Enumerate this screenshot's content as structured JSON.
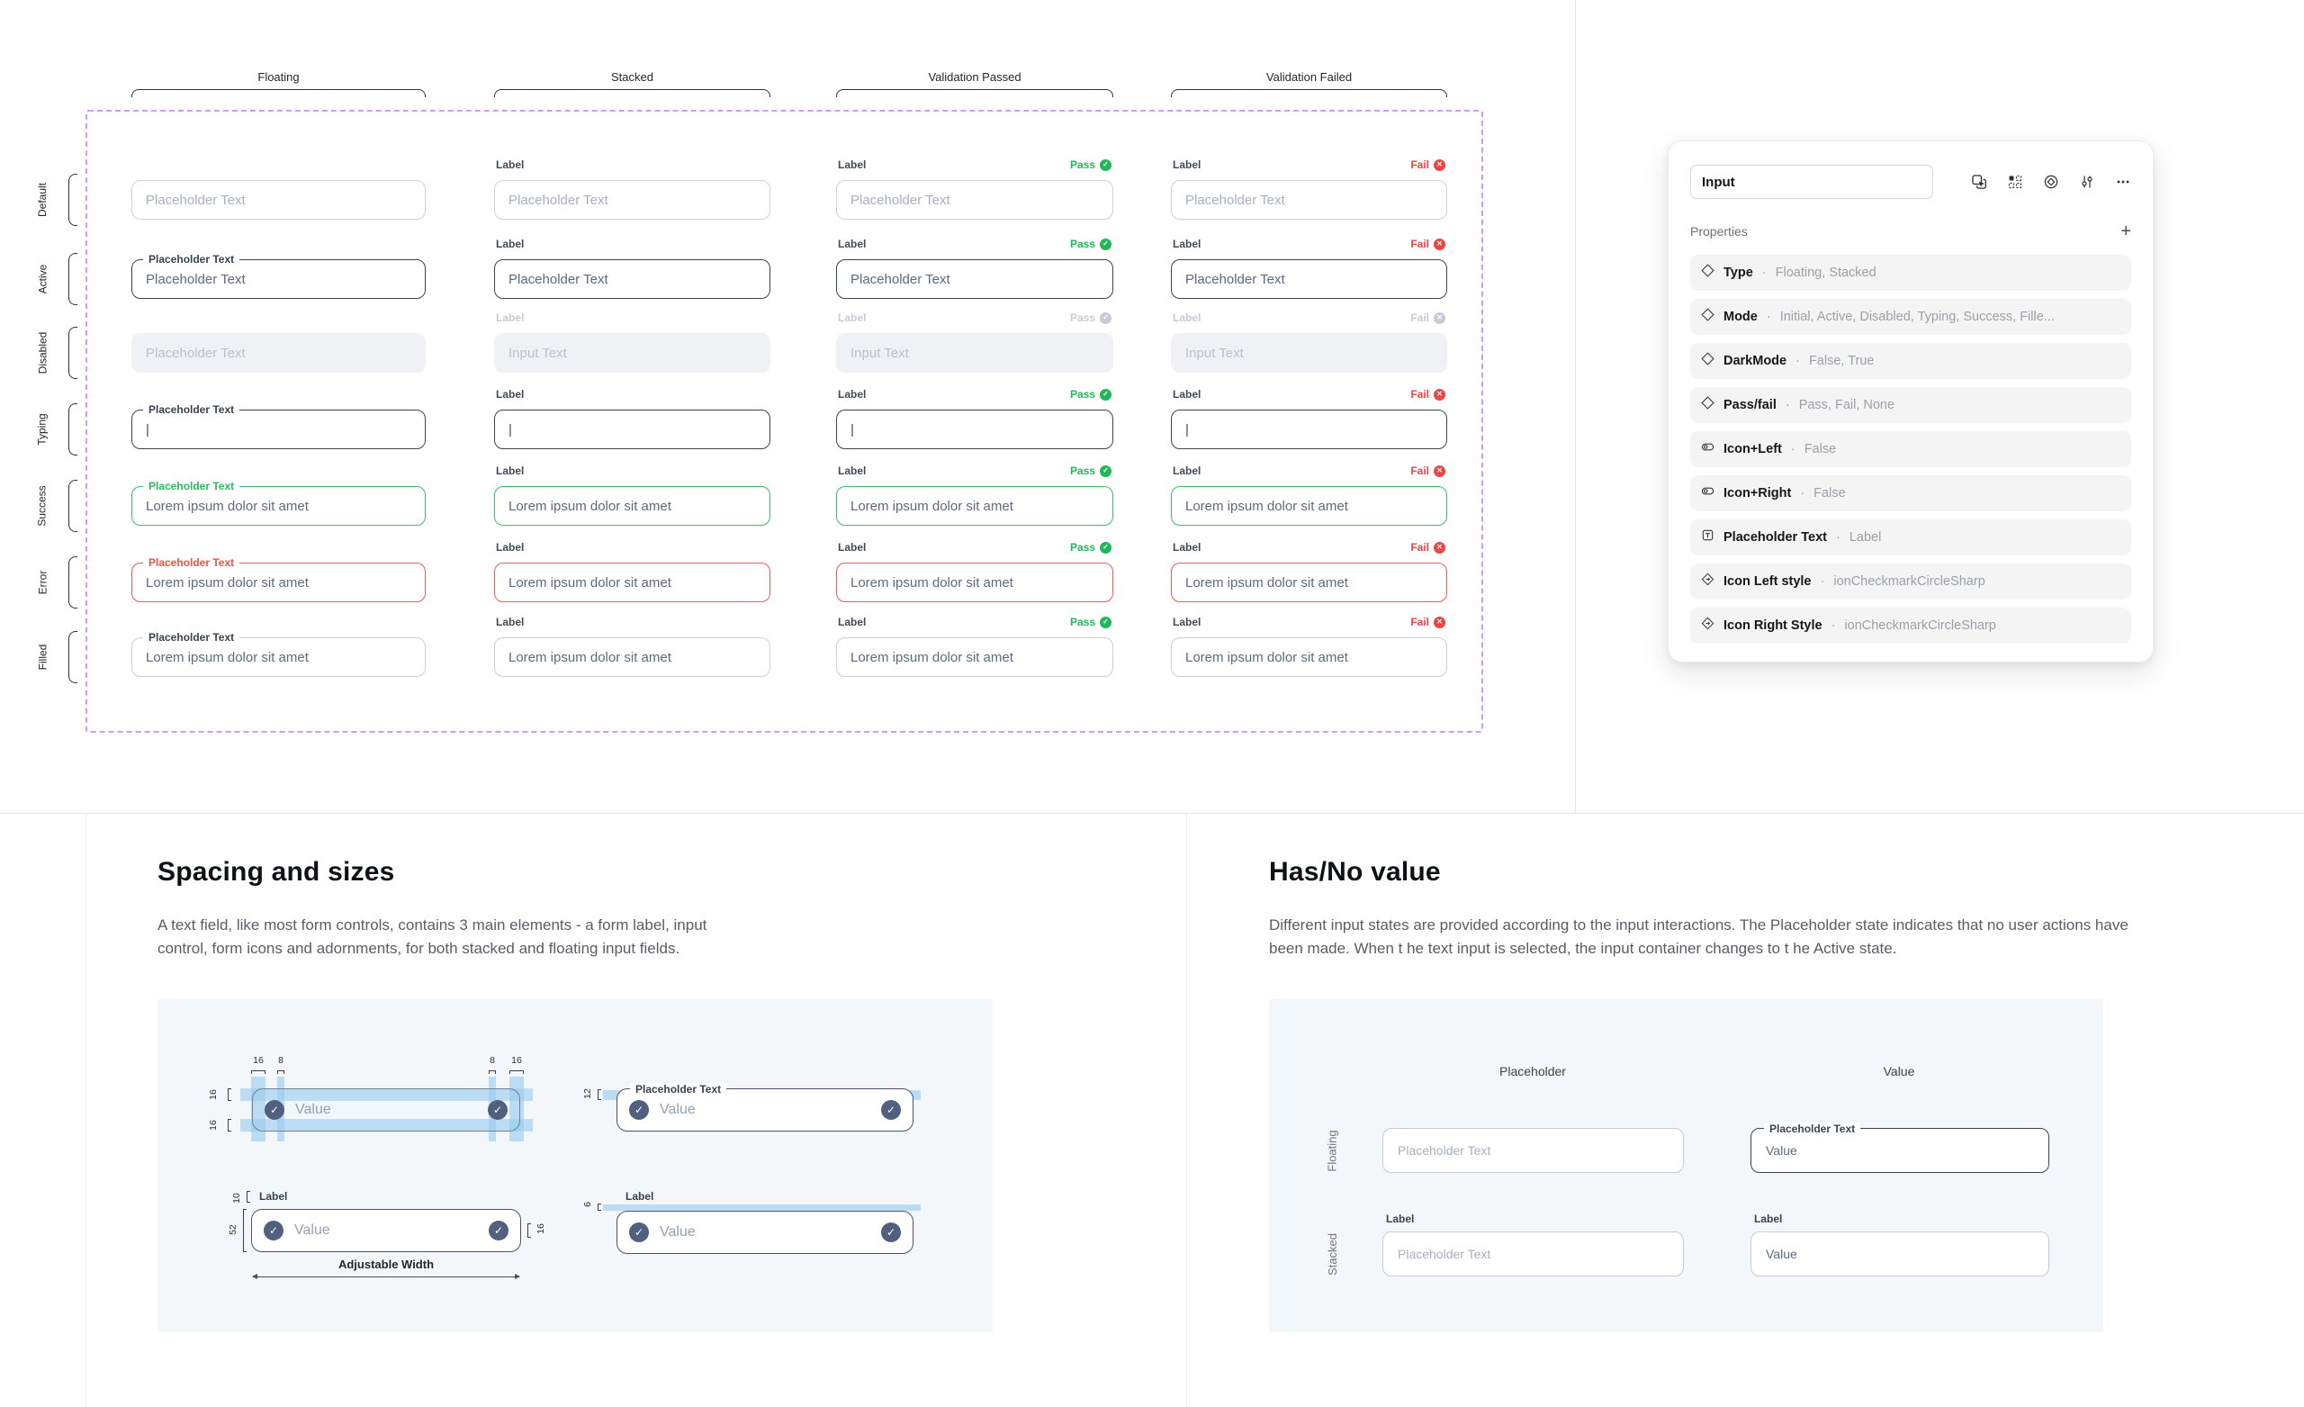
{
  "icons": {
    "check": "✓",
    "cross": "✕"
  },
  "colors": {
    "dashed_accent": "#cf9bf3",
    "pass_green": "#22b65a",
    "fail_red": "#ef4444",
    "success_border": "#36c266",
    "error_border": "#f15b51",
    "dark_border": "#3b4350",
    "measure_blue": "#97cbee",
    "panel_bg": "#f3f7fa"
  },
  "grid": {
    "columns": [
      "Floating",
      "Stacked",
      "Validation Passed",
      "Validation Failed"
    ],
    "rows": [
      "Default",
      "Active",
      "Disabled",
      "Typing",
      "Success",
      "Error",
      "Filled"
    ],
    "label": "Label",
    "pass": "Pass",
    "fail": "Fail",
    "placeholder": "Placeholder Text",
    "floating_label": "Placeholder Text",
    "active_value": "Placeholder Text",
    "disabled_text": "Input Text",
    "lorem": "Lorem ipsum dolor sit amet",
    "caret": "|"
  },
  "panel": {
    "name_value": "Input",
    "properties_title": "Properties",
    "add_label": "+",
    "separator": "·",
    "items": [
      {
        "icon": "variant",
        "name": "Type",
        "values": "Floating, Stacked"
      },
      {
        "icon": "variant",
        "name": "Mode",
        "values": "Initial, Active, Disabled, Typing, Success, Fille..."
      },
      {
        "icon": "variant",
        "name": "DarkMode",
        "values": "False, True"
      },
      {
        "icon": "variant",
        "name": "Pass/fail",
        "values": "Pass, Fail, None"
      },
      {
        "icon": "boolean",
        "name": "Icon+Left",
        "values": "False"
      },
      {
        "icon": "boolean",
        "name": "Icon+Right",
        "values": "False"
      },
      {
        "icon": "text",
        "name": "Placeholder Text",
        "values": "Label"
      },
      {
        "icon": "instance",
        "name": "Icon Left style",
        "values": "ionCheckmarkCircleSharp"
      },
      {
        "icon": "instance",
        "name": "Icon Right Style",
        "values": "ionCheckmarkCircleSharp"
      }
    ]
  },
  "spacing": {
    "title": "Spacing and sizes",
    "body": "A text field, like most form controls, contains 3 main elements - a form label, input control, form icons and adornments, for both stacked and floating input fields.",
    "value_text": "Value",
    "label_text": "Label",
    "floating_label": "Placeholder Text",
    "adjustable_width": "Adjustable Width",
    "m": {
      "sixteen": "16",
      "eight": "8",
      "twelve": "12",
      "ten": "10",
      "fiftytwo": "52",
      "six": "6"
    }
  },
  "hasno": {
    "title": "Has/No value",
    "body": "Different input states are provided according to the input interactions. The Placeholder state indicates that no user actions have been made. When t he text input is selected, the input container changes to t he Active state.",
    "col_placeholder": "Placeholder",
    "col_value": "Value",
    "row_floating": "Floating",
    "row_stacked": "Stacked",
    "label_text": "Label",
    "placeholder_text": "Placeholder Text",
    "value_text": "Value",
    "floating_label": "Placeholder Text"
  }
}
